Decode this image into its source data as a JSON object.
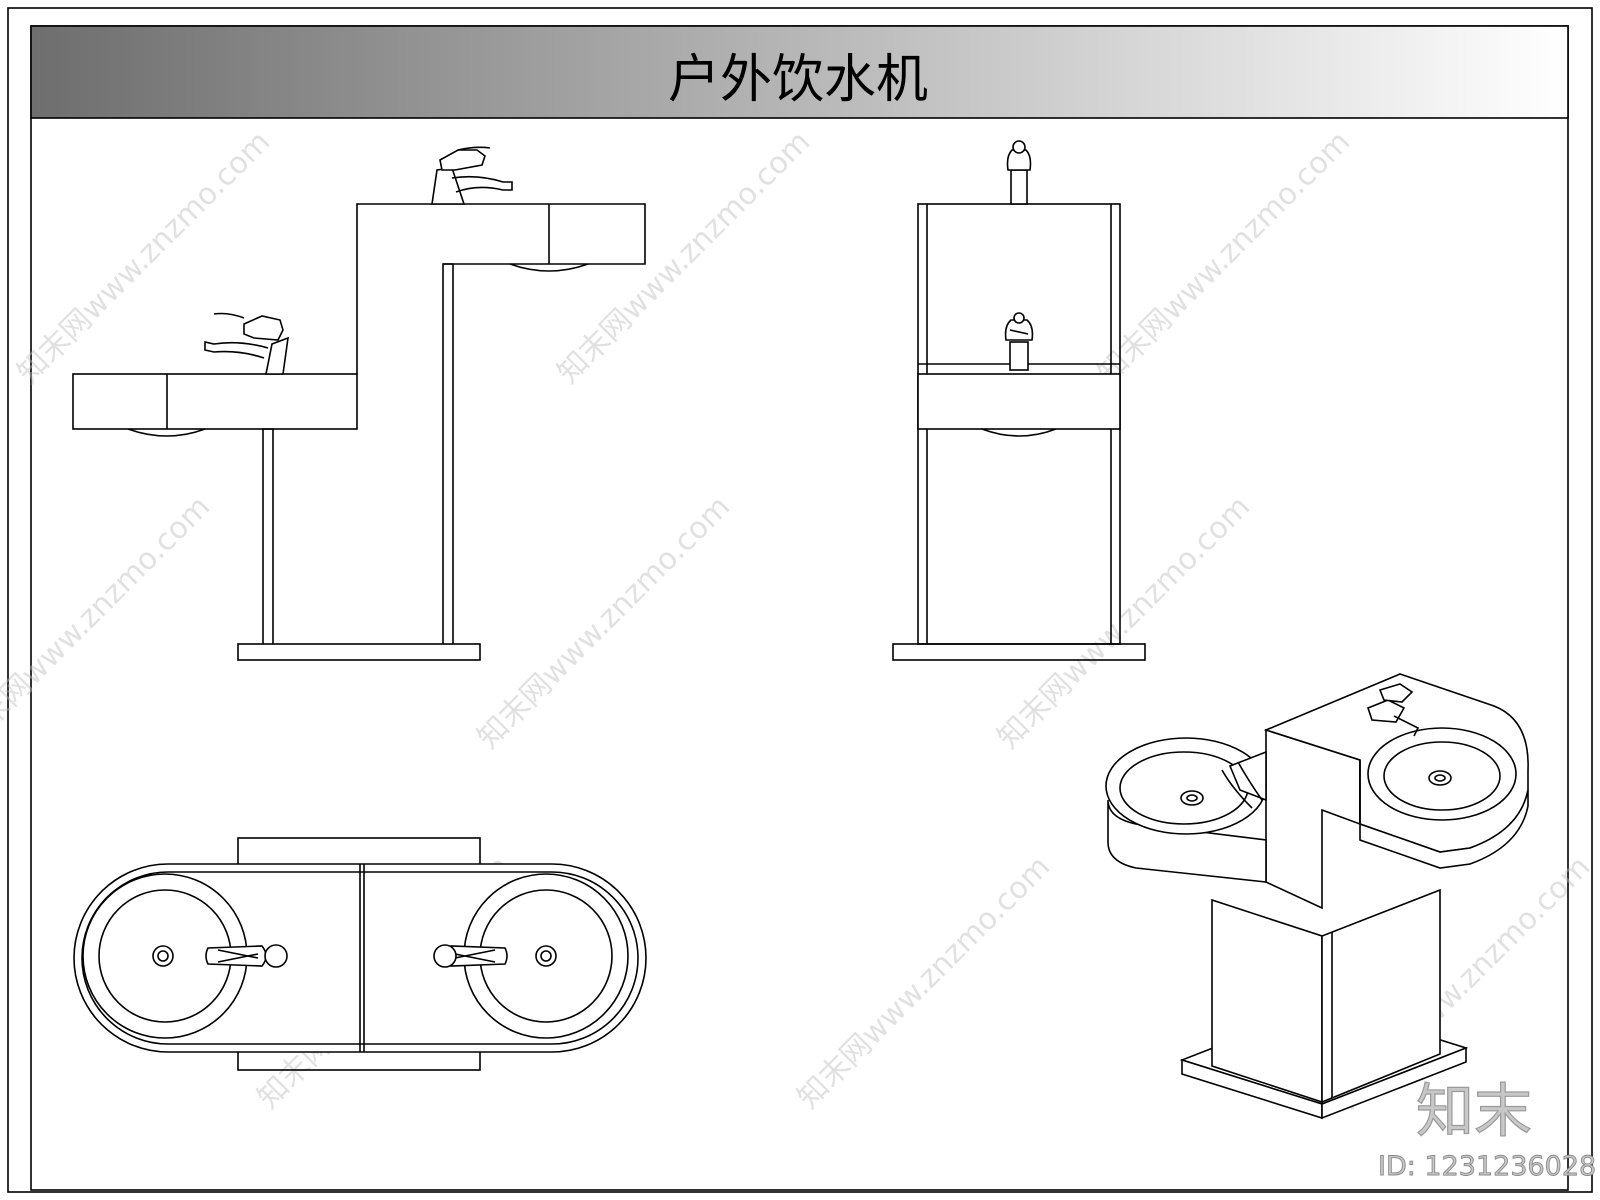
{
  "title": "户外饮水机",
  "watermark": "知末网www.znzmo.com",
  "brand_logo_text": "知末",
  "id_label": "ID: 1231236028",
  "colors": {
    "title_gradient_start": "#707070",
    "title_gradient_end": "#ffffff",
    "line": "#000000"
  }
}
